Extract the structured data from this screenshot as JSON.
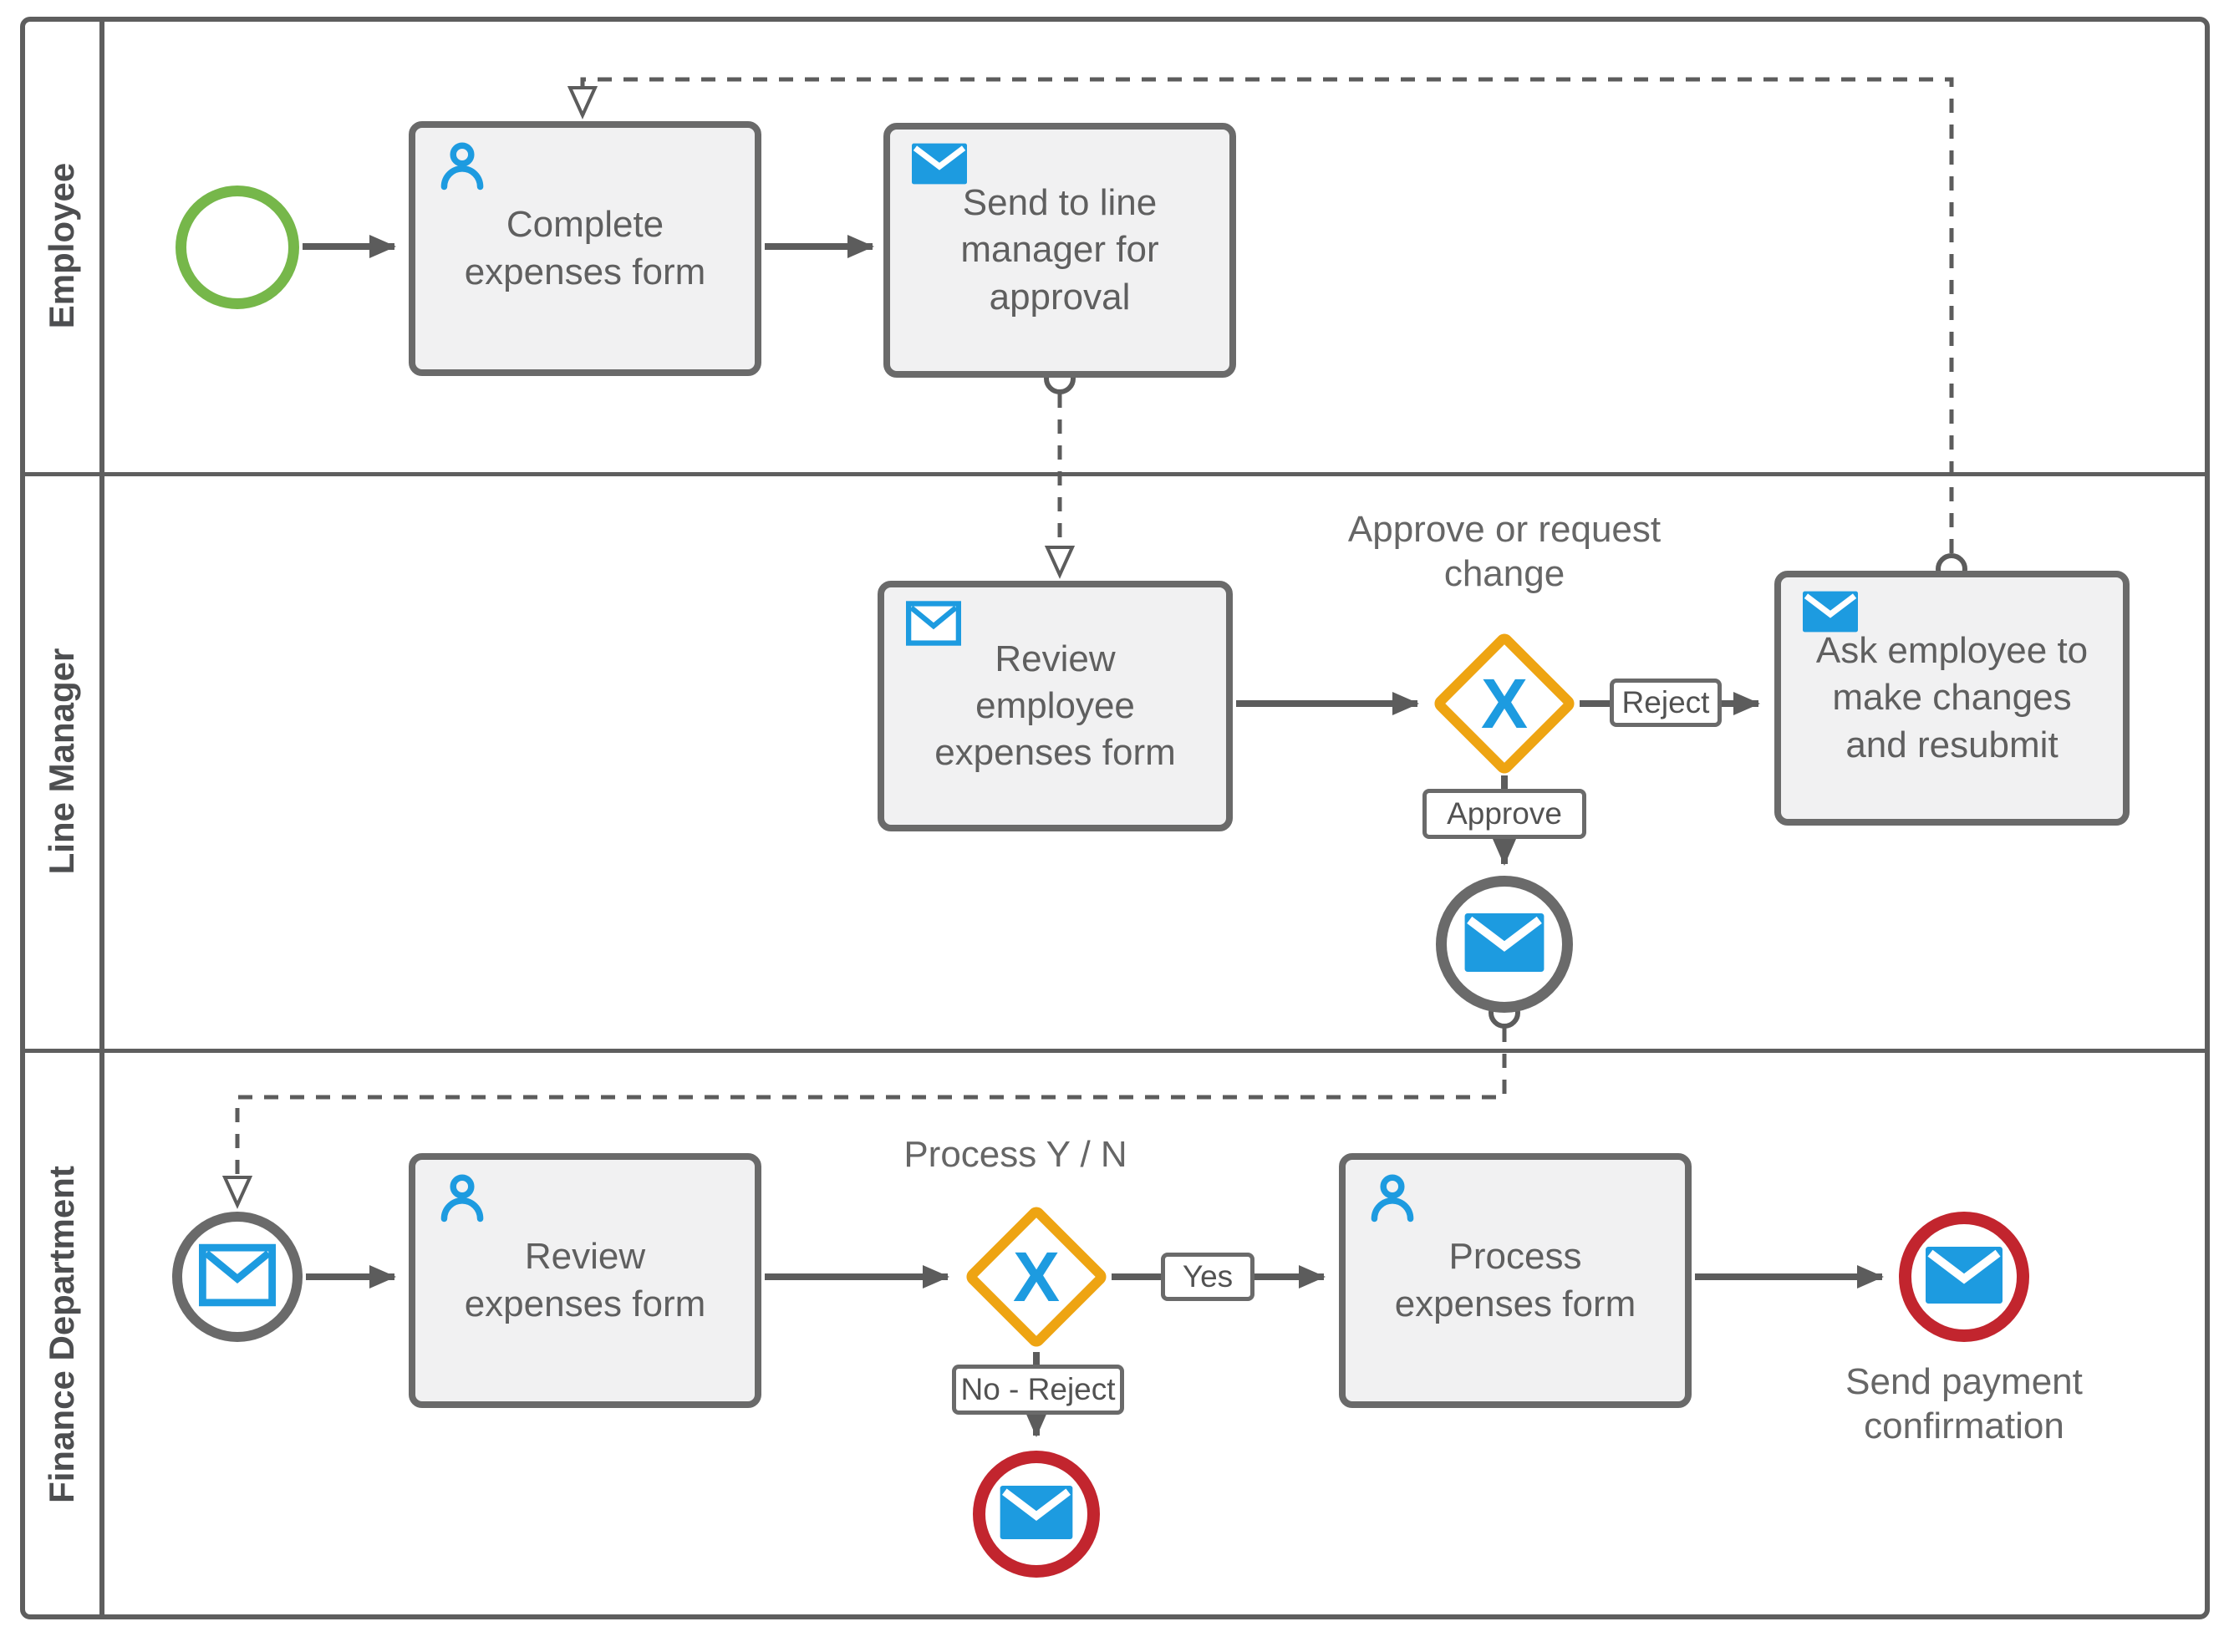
{
  "colors": {
    "blue": "#1d9be0",
    "green": "#76b74a",
    "orange": "#eea412",
    "red": "#c2252e",
    "line_gray": "#5c5c5c",
    "task_fill": "#f1f1f2",
    "text_gray": "#5f5f5f"
  },
  "lanes": [
    {
      "label": "Employee"
    },
    {
      "label": "Line Manager"
    },
    {
      "label": "Finance Department"
    }
  ],
  "employee": {
    "complete_expenses_label": "Complete expenses form",
    "send_to_manager_label": "Send to line manager for approval"
  },
  "line_manager": {
    "review_employee_expenses_label": "Review employee expenses form",
    "approve_gateway_label": "Approve or request change",
    "approve_gateway_symbol": "X",
    "reject_flow_label": "Reject",
    "approve_flow_label": "Approve",
    "ask_employee_label": "Ask employee to make changes and resubmit"
  },
  "finance": {
    "review_expenses_label": "Review expenses form",
    "process_gateway_label": "Process Y / N",
    "process_gateway_symbol": "X",
    "yes_flow_label": "Yes",
    "no_reject_flow_label": "No - Reject",
    "process_expenses_label": "Process expenses form",
    "send_payment_confirmation_label": "Send payment confirmation"
  }
}
